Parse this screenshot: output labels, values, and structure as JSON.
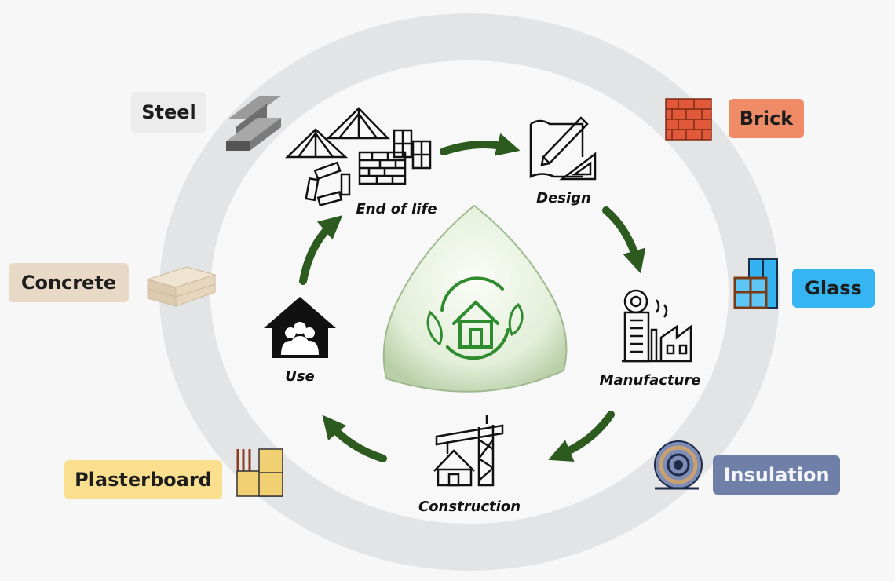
{
  "center": {
    "icon": "eco-house-cycle-icon",
    "colors": {
      "fill": "#d9ead0",
      "stroke": "#2e8b2e"
    }
  },
  "stages": [
    {
      "id": "design",
      "label": "Design",
      "icon": "blueprint-pencil-ruler-icon"
    },
    {
      "id": "manufacture",
      "label": "Manufacture",
      "icon": "factory-icon"
    },
    {
      "id": "construction",
      "label": "Construction",
      "icon": "house-crane-icon"
    },
    {
      "id": "use",
      "label": "Use",
      "icon": "house-people-icon"
    },
    {
      "id": "end_of_life",
      "label": "End of life",
      "icon": "demolition-materials-icon"
    }
  ],
  "materials": [
    {
      "id": "steel",
      "label": "Steel",
      "color": "#ececec",
      "icon": "steel-beam-icon"
    },
    {
      "id": "brick",
      "label": "Brick",
      "color": "#ef8c67",
      "icon": "brick-wall-icon"
    },
    {
      "id": "concrete",
      "label": "Concrete",
      "color": "#e8d9c6",
      "icon": "concrete-slab-icon"
    },
    {
      "id": "glass",
      "label": "Glass",
      "color": "#35b6f2",
      "icon": "window-icon"
    },
    {
      "id": "plasterboard",
      "label": "Plasterboard",
      "color": "#fadf8f",
      "icon": "plasterboard-icon"
    },
    {
      "id": "insulation",
      "label": "Insulation",
      "color": "#6f7fa8",
      "icon": "insulation-roll-icon"
    }
  ],
  "colors": {
    "ring": "#e3e4e6",
    "inner": "#f8f8f8",
    "arrow": "#2d5a1f"
  }
}
